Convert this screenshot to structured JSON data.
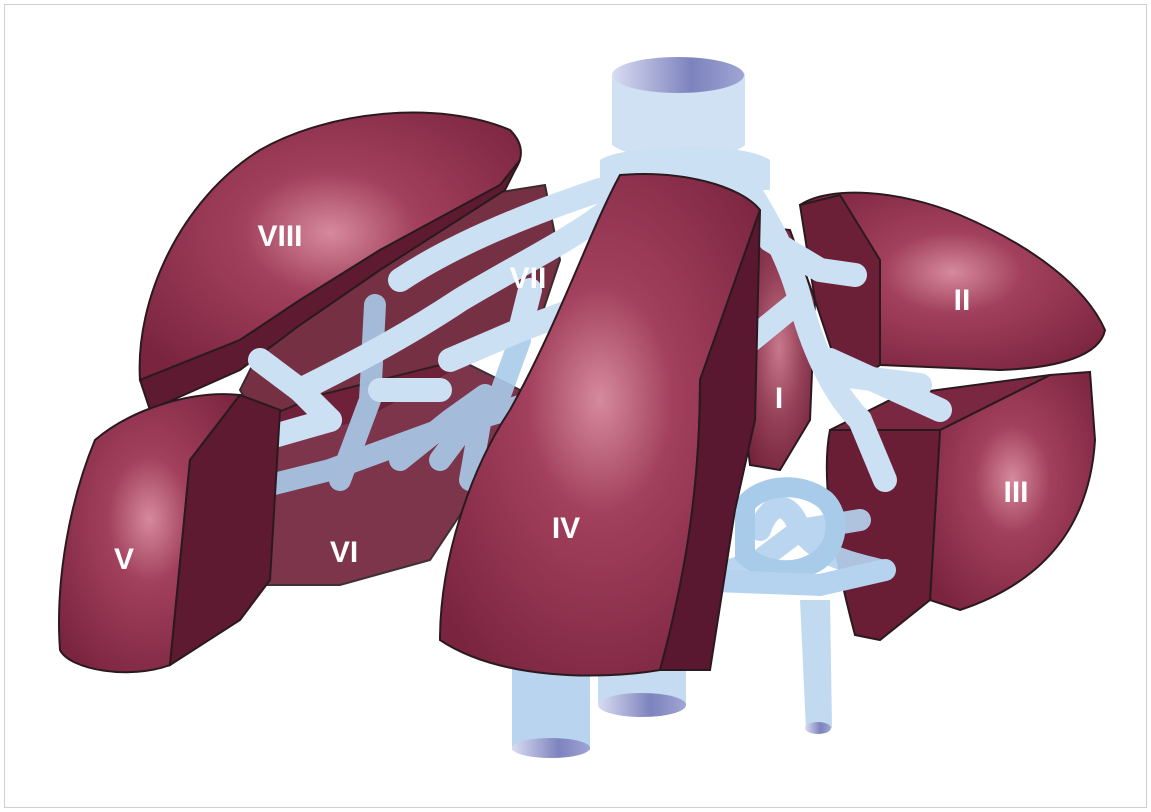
{
  "figure": {
    "segments": [
      {
        "id": "segment-viii",
        "label": "VIII"
      },
      {
        "id": "segment-vii",
        "label": "VII"
      },
      {
        "id": "segment-ii",
        "label": "II"
      },
      {
        "id": "segment-i",
        "label": "I"
      },
      {
        "id": "segment-iii",
        "label": "III"
      },
      {
        "id": "segment-iv",
        "label": "IV"
      },
      {
        "id": "segment-v",
        "label": "V"
      },
      {
        "id": "segment-vi",
        "label": "VI"
      }
    ],
    "colors": {
      "liver": "#8a2c48",
      "liver_dark": "#5e1a30",
      "liver_light": "#c1677f",
      "vessel": "#c9def1",
      "vessel_shade": "#8e94c9",
      "outline": "#2a1a1f"
    }
  }
}
